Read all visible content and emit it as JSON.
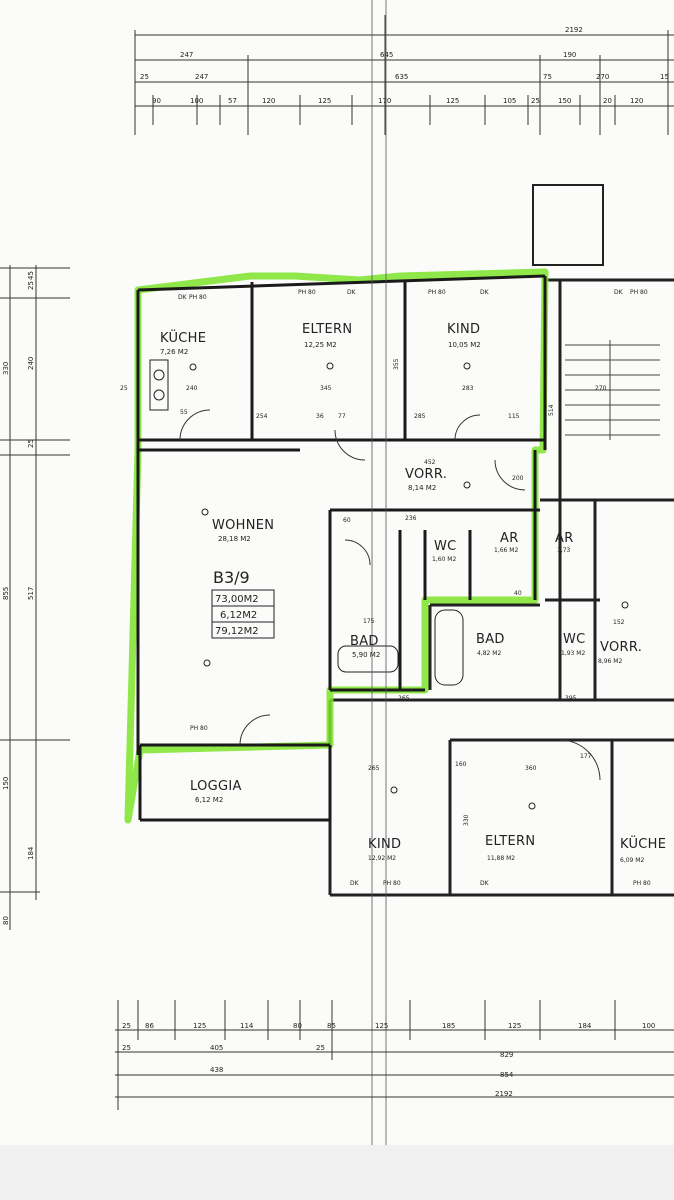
{
  "unit_id": "B3/9",
  "unit_areas": [
    "73,00M2",
    "6,12M2",
    "79,12M2"
  ],
  "rooms": [
    {
      "key": "kueche",
      "label": "KÜCHE",
      "area": "7,26 M2"
    },
    {
      "key": "eltern",
      "label": "ELTERN",
      "area": "12,25 M2"
    },
    {
      "key": "kind",
      "label": "KIND",
      "area": "10,05 M2"
    },
    {
      "key": "vorr",
      "label": "VORR.",
      "area": "8,14 M2"
    },
    {
      "key": "wohnen",
      "label": "WOHNEN",
      "area": "28,18 M2"
    },
    {
      "key": "wc",
      "label": "WC",
      "area": "1,60 M2"
    },
    {
      "key": "ar",
      "label": "AR",
      "area": "1,66 M2"
    },
    {
      "key": "bad",
      "label": "BAD",
      "area": "5,90 M2"
    },
    {
      "key": "loggia",
      "label": "LOGGIA",
      "area": "6,12 M2"
    }
  ],
  "neighbor_rooms": [
    {
      "key": "ar2",
      "label": "AR",
      "area": "1,73"
    },
    {
      "key": "bad2",
      "label": "BAD",
      "area": "4,82 M2"
    },
    {
      "key": "wc2",
      "label": "WC",
      "area": "1,93 M2"
    },
    {
      "key": "vorr2",
      "label": "VORR.",
      "area": "8,96 M2"
    },
    {
      "key": "kind2",
      "label": "KIND",
      "area": "12,92 M2"
    },
    {
      "key": "eltern2",
      "label": "ELTERN",
      "area": "11,88 M2"
    },
    {
      "key": "kueche2",
      "label": "KÜCHE",
      "area": "6,09 M2"
    }
  ],
  "top_dimensions": {
    "total": "2192",
    "row2": [
      "247",
      "645",
      "190"
    ],
    "row3": [
      "25",
      "247",
      "635",
      "75",
      "270",
      "15"
    ],
    "row4": [
      "90",
      "100",
      "57",
      "120",
      "125",
      "170",
      "125",
      "105",
      "25",
      "150",
      "20",
      "120"
    ]
  },
  "bottom_dimensions": {
    "row1": [
      "25",
      "86",
      "125",
      "114",
      "80",
      "85",
      "125",
      "185",
      "125",
      "184",
      "100"
    ],
    "row2": [
      "25",
      "405",
      "25",
      "829"
    ],
    "row3": [
      "438",
      "854"
    ],
    "total": "2192"
  },
  "left_dimensions": {
    "outer": [
      "855",
      "330",
      "150",
      "80"
    ],
    "inner": [
      "25",
      "45",
      "240",
      "25",
      "517",
      "184"
    ]
  },
  "interior_dimensions": [
    "240",
    "345",
    "283",
    "270",
    "254",
    "36",
    "77",
    "285",
    "115",
    "452",
    "236",
    "60",
    "175",
    "265",
    "265",
    "395",
    "177",
    "152",
    "160",
    "360",
    "330",
    "200",
    "40",
    "25",
    "55",
    "514",
    "355"
  ],
  "window_labels": [
    "PH 80",
    "DK",
    "PH 80",
    "DK",
    "PH 80",
    "DK",
    "PH 80",
    "DK",
    "PH 80",
    "DK",
    "PH 80",
    "DK",
    "PH 80"
  ]
}
